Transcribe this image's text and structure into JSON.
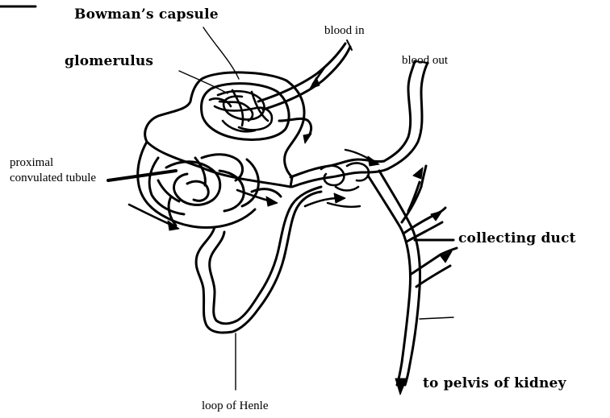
{
  "labels": {
    "bowmans_capsule": "Bowman’s capsule",
    "glomerulus": "glomerulus",
    "blood_in": "blood in",
    "blood_out": "blood out",
    "proximal_tubule": "proximal convulated tubule",
    "collecting_duct": "collecting duct",
    "to_pelvis": "to pelvis of kidney",
    "loop_of_henle": "loop of Henle"
  },
  "colors": {
    "ink": "#000000",
    "background": "#ffffff"
  }
}
